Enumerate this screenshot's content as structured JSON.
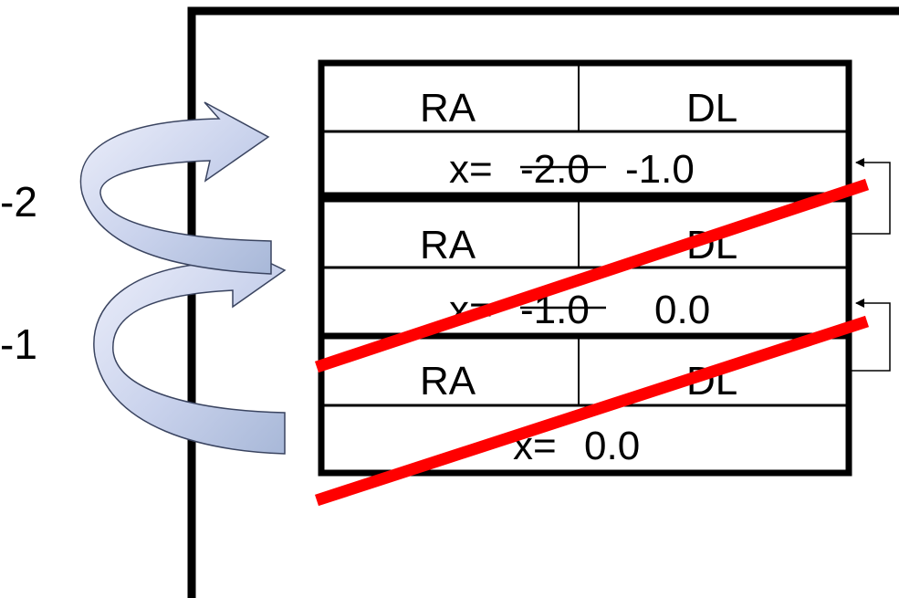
{
  "side_labels": {
    "upper": "-2",
    "lower": "-1"
  },
  "frames": [
    {
      "ra": "RA",
      "dl": "DL",
      "x_prefix": "x=",
      "x_old": "-2.0",
      "x_new": "-1.0"
    },
    {
      "ra": "RA",
      "dl": "DL",
      "x_prefix": "x=",
      "x_old": "-1.0",
      "x_new": "0.0"
    },
    {
      "ra": "RA",
      "dl": "DL",
      "x_prefix": "x=",
      "x_value": "0.0"
    }
  ],
  "colors": {
    "ink": "#000000",
    "strike_out": "#ff0000",
    "arrow_fill_light": "#eef0fb",
    "arrow_fill_dark": "#a8b8d8",
    "arrow_stroke": "#3a4460"
  }
}
